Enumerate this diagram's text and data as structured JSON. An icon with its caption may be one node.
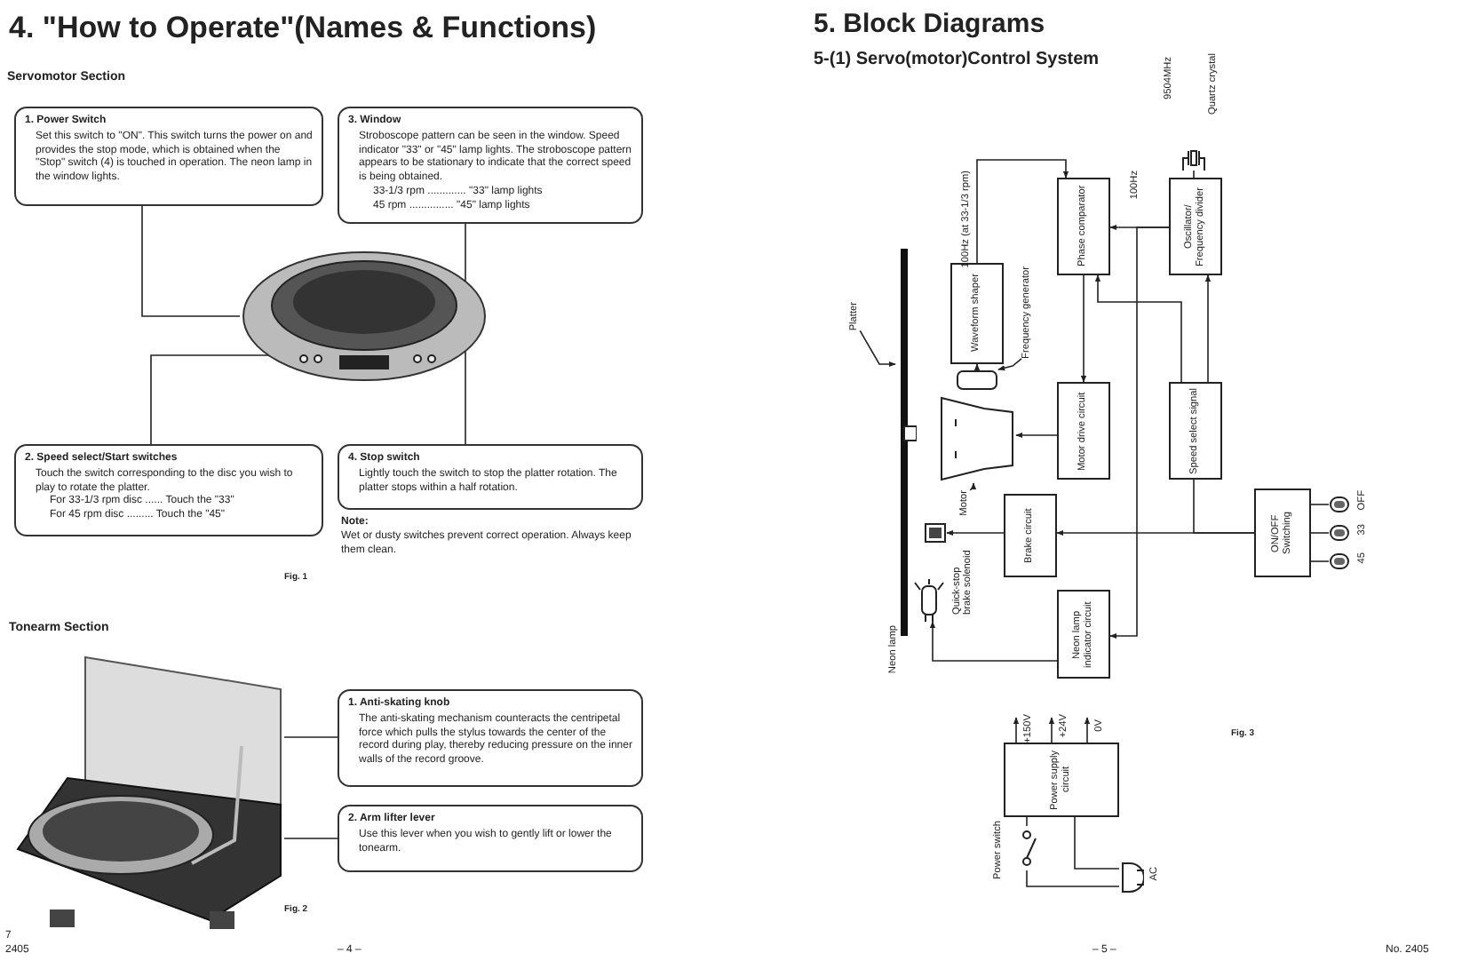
{
  "diagram": {
    "nodes": [
      {
        "text": [
          "1. Power Switch",
          "Set this switch to \"ON\". This switch turns the power on and provides the stop mode, which is obtained when the \"Stop\" switch (4) is touched in operation. The neon lamp in the window lights."
        ]
      },
      {
        "text": [
          "3. Window",
          "Stroboscope pattern can be seen in the window. Speed indicator \"33\" or \"45\" lamp lights. The stroboscope pattern appears to be stationary to indicate that the correct speed is being obtained.",
          "33-1/3 rpm ............. \"33\" lamp lights",
          "45 rpm ............... \"45\" lamp lights"
        ]
      },
      {
        "text": [],
        "shape": "picture"
      },
      {
        "text": [
          "2. Speed select/Start switches",
          "Touch the switch corresponding to the disc you wish to play to rotate the platter.",
          "For 33-1/3 rpm disc ...... Touch the \"33\"",
          "For 45 rpm disc ......... Touch the \"45\""
        ]
      },
      {
        "text": [
          "4. Stop switch",
          "Lightly touch the switch to stop the platter rotation. The platter stops within a half rotation."
        ]
      },
      {
        "text": [],
        "shape": "picture"
      },
      {
        "text": [
          "1. Anti-skating knob",
          "The anti-skating mechanism counteracts the centripetal force which pulls the stylus towards the center of the record during play, thereby reducing pressure on the inner walls of the record groove."
        ]
      },
      {
        "text": [
          "2. Arm lifter lever",
          "Use this lever when you wish to gently lift or lower the tonearm."
        ]
      },
      {
        "text": [
          "Platter"
        ]
      },
      {
        "text": [],
        "shape": "picture"
      },
      {
        "text": [
          "Waveform shaper"
        ]
      },
      {
        "text": [
          "Frequency generator"
        ]
      },
      {
        "text": [],
        "shape": "box"
      },
      {
        "text": [
          "Phase comparator"
        ]
      },
      {
        "text": [
          "Oscillator/ Frequency divider"
        ]
      },
      {
        "text": [
          "Quartz crystal"
        ],
        "beside": [
          "9504MHz"
        ]
      },
      {
        "text": [
          "Motor drive circuit"
        ]
      },
      {
        "text": [
          "Motor"
        ]
      },
      {
        "text": [],
        "shape": "picture"
      },
      {
        "text": [
          "Speed select signal"
        ]
      },
      {
        "text": [
          "Brake circuit"
        ]
      },
      {
        "text": [
          "ON/OFF Switching"
        ]
      },
      {
        "text": [
          "OFF"
        ]
      },
      {
        "text": [
          "33"
        ]
      },
      {
        "text": [
          "45"
        ]
      },
      {
        "text": [
          "Quick-stop brake solenoid"
        ]
      },
      {
        "text": [
          "Neon lamp"
        ]
      },
      {
        "text": [
          "Neon lamp indicator circuit"
        ]
      },
      {
        "text": [
          "Power supply circuit"
        ]
      },
      {
        "text": [
          "Power switch"
        ]
      },
      {
        "text": [
          "AC"
        ]
      }
    ],
    "edges": [
      {
        "from": 0,
        "to": 2,
        "arrow": "none"
      },
      {
        "from": 1,
        "to": 2,
        "arrow": "none"
      },
      {
        "from": 3,
        "to": 2,
        "arrow": "none"
      },
      {
        "from": 4,
        "to": 2,
        "arrow": "none"
      },
      {
        "from": 6,
        "to": 5,
        "arrow": "none"
      },
      {
        "from": 7,
        "to": 5,
        "arrow": "none"
      },
      {
        "from": 8,
        "to": 9,
        "arrow": "to"
      },
      {
        "from": 11,
        "to": 12,
        "arrow": "to"
      },
      {
        "from": 17,
        "to": 18,
        "arrow": "to"
      },
      {
        "from": 10,
        "to": 13,
        "arrow": "to",
        "label": "100Hz (at 33-1/3 rpm)"
      },
      {
        "from": 14,
        "to": 13,
        "arrow": "to",
        "label": "100Hz"
      },
      {
        "from": 12,
        "to": 10,
        "arrow": "to"
      },
      {
        "from": 13,
        "to": 16,
        "arrow": "to"
      },
      {
        "from": 16,
        "to": 18,
        "arrow": "to"
      },
      {
        "from": 19,
        "to": 13,
        "arrow": "to"
      },
      {
        "from": 19,
        "to": 14,
        "arrow": "to"
      },
      {
        "from": 15,
        "to": 14,
        "arrow": "none"
      },
      {
        "from": 14,
        "to": 27,
        "arrow": "to"
      },
      {
        "from": 27,
        "to": 26,
        "arrow": "to"
      },
      {
        "from": 21,
        "to": 20,
        "arrow": "to"
      },
      {
        "from": 21,
        "to": 19,
        "arrow": "none"
      },
      {
        "from": 20,
        "to": 25,
        "arrow": "to"
      },
      {
        "from": 22,
        "to": 21,
        "arrow": "none"
      },
      {
        "from": 23,
        "to": 21,
        "arrow": "none"
      },
      {
        "from": 24,
        "to": 21,
        "arrow": "none"
      },
      {
        "from": 28,
        "to": null,
        "arrow": "to",
        "label": "+150V"
      },
      {
        "from": 28,
        "to": null,
        "arrow": "to",
        "label": "+24V"
      },
      {
        "from": 28,
        "to": null,
        "arrow": "to",
        "label": "0V"
      },
      {
        "from": 29,
        "to": 28,
        "arrow": "none"
      },
      {
        "from": 30,
        "to": 29,
        "arrow": "none"
      },
      {
        "from": 30,
        "to": 28,
        "arrow": "none"
      }
    ],
    "labels": [
      "4. \"How to Operate\"(Names & Functions)",
      "Servomotor Section",
      "Note:",
      "Wet or dusty switches prevent correct operation. Always keep them clean.",
      "Fig. 1",
      "Tonearm Section",
      "Fig. 2",
      "7",
      "2405",
      "– 4 –",
      "5. Block Diagrams",
      "5-(1) Servo(motor)Control System",
      "Fig. 3",
      "– 5 –",
      "No. 2405"
    ]
  }
}
